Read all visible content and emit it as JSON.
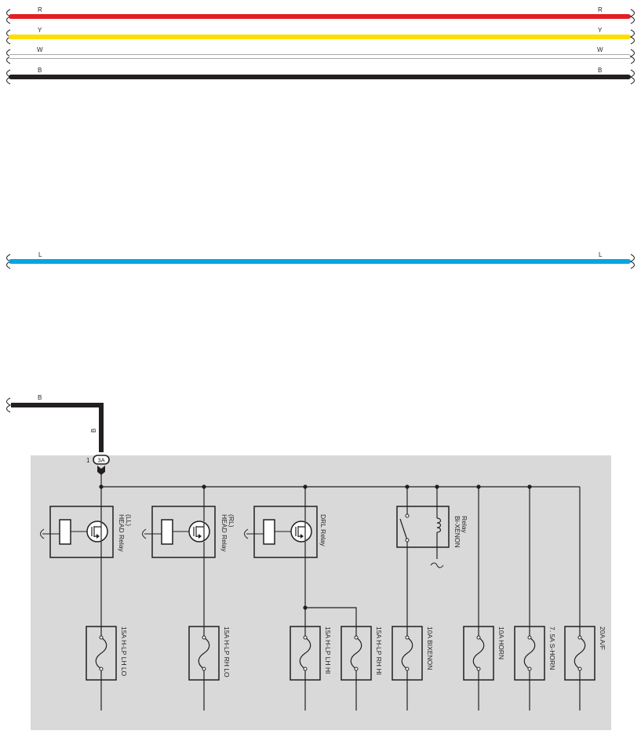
{
  "colors": {
    "red": "#e31e24",
    "yellow": "#ffdd00",
    "white": "#ffffff",
    "black": "#231f20",
    "blue": "#00a6e2",
    "panel": "#d9d9da"
  },
  "wires": {
    "top": [
      {
        "left_label": "R",
        "right_label": "R",
        "color": "red"
      },
      {
        "left_label": "Y",
        "right_label": "Y",
        "color": "yellow"
      },
      {
        "left_label": "W",
        "right_label": "W",
        "color": "white"
      },
      {
        "left_label": "B",
        "right_label": "B",
        "color": "black"
      }
    ],
    "mid": {
      "left_label": "L",
      "right_label": "L",
      "color": "blue"
    },
    "bottom": {
      "horizontal_label": "B",
      "vertical_label": "B"
    }
  },
  "connector": {
    "pin": "1",
    "id": "3A"
  },
  "relays": {
    "head_ll": "HEAD Relay\n(LL)",
    "head_rl": "HEAD Relay\n(RL)",
    "drl": "DRL Relay",
    "bixenon": "Bi-XENON\nRelay"
  },
  "fuses": [
    "15A H-LP LH LO",
    "15A H-LP RH LO",
    "15A H-LP LH HI",
    "15A H-LP RH HI",
    "10A BIXENON",
    "10A HORN",
    "7. 5A S-HORN",
    "20A A/F"
  ]
}
